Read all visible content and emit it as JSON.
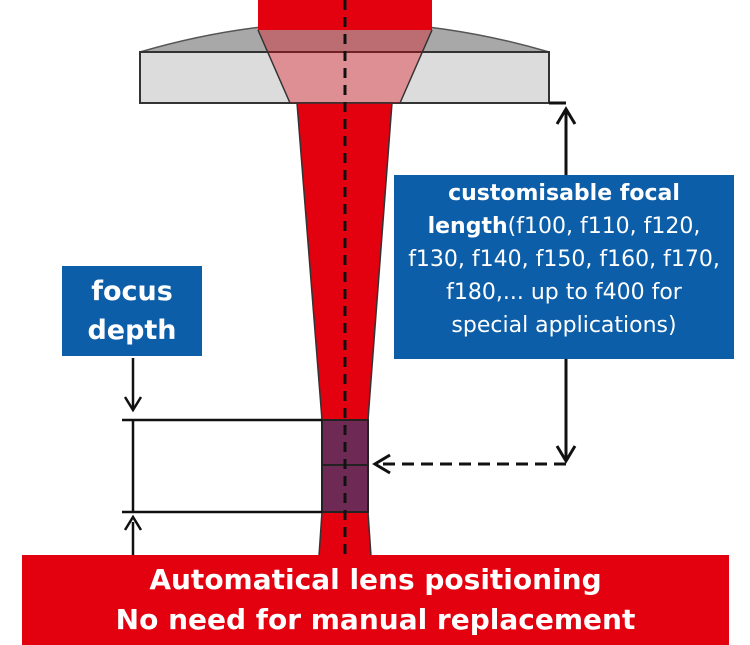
{
  "focal_label": {
    "bold_text": "customisable  focal",
    "bold_text_2": "length",
    "line_2_rest": "(f100, f110, f120,",
    "line_3": "f130, f140, f150, f160, f170,",
    "line_4": "f180,... up to f400 for",
    "line_5": "special applications)"
  },
  "depth_label": {
    "line_1": "focus",
    "line_2": "depth"
  },
  "banner": {
    "line_1": "Automatical lens positioning",
    "line_2": "No need for manual replacement"
  },
  "colors": {
    "beam": "#e3000f",
    "focus_zone": "#6e2a55",
    "lens_top": "#a8a8a8",
    "lens_body": "#dcdcdc",
    "label_bg": "#0d5ea8",
    "banner_bg": "#e3000f"
  }
}
